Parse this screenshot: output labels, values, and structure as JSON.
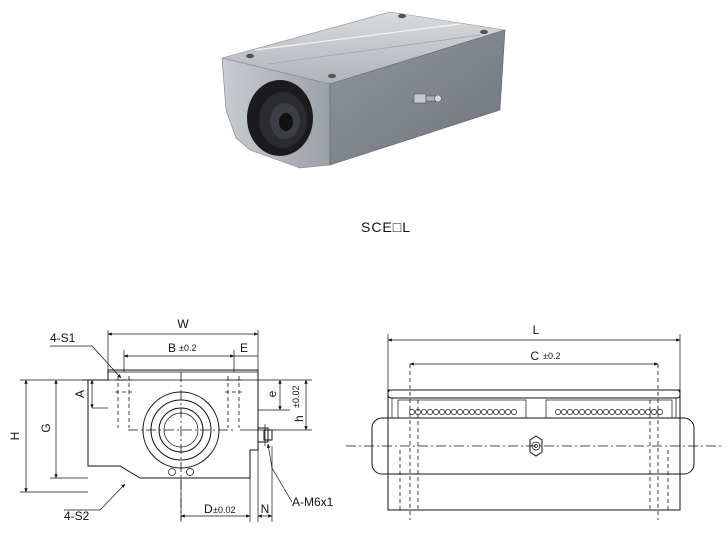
{
  "product": {
    "caption": "SCE□L"
  },
  "front_view": {
    "W": "W",
    "B": "B",
    "B_tol": "±0.2",
    "E": "E",
    "S1": "4-S1",
    "A": "A",
    "e": "e",
    "H": "H",
    "G": "G",
    "h": "h",
    "h_tol": "±0.02",
    "D": "D",
    "D_tol": "±0.02",
    "N": "N",
    "S2": "4-S2",
    "thread": "A-M6x1"
  },
  "side_view": {
    "L": "L",
    "C": "C",
    "C_tol": "±0.2"
  }
}
